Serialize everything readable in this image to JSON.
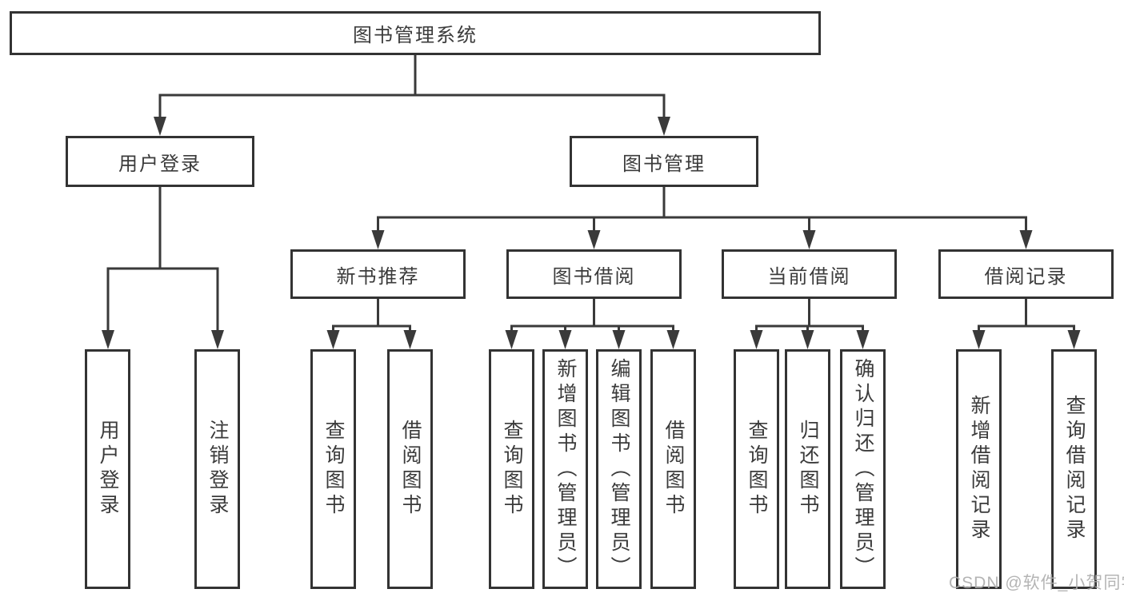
{
  "diagram": {
    "root": {
      "label": "图书管理系统"
    },
    "level2": [
      {
        "label": "用户登录"
      },
      {
        "label": "图书管理"
      }
    ],
    "level3": [
      {
        "label": "新书推荐"
      },
      {
        "label": "图书借阅"
      },
      {
        "label": "当前借阅"
      },
      {
        "label": "借阅记录"
      }
    ],
    "leaves": {
      "user_login": [
        {
          "label": "用户登录"
        },
        {
          "label": "注销登录"
        }
      ],
      "new_book": [
        {
          "label": "查询图书"
        },
        {
          "label": "借阅图书"
        }
      ],
      "book_borrow": [
        {
          "label": "查询图书"
        },
        {
          "label": "新增图书（管理员）"
        },
        {
          "label": "编辑图书（管理员）"
        },
        {
          "label": "借阅图书"
        }
      ],
      "current_borrow": [
        {
          "label": "查询图书"
        },
        {
          "label": "归还图书"
        },
        {
          "label": "确认归还（管理员）"
        }
      ],
      "borrow_records": [
        {
          "label": "新增借阅记录"
        },
        {
          "label": "查询借阅记录"
        }
      ]
    }
  },
  "watermark": {
    "text": "CSDN @软件_小贺同学"
  },
  "colors": {
    "line": "#3a3a3a",
    "border": "#333333",
    "text": "#3b3b3b",
    "background": "#ffffff",
    "watermark": "#acacac"
  }
}
